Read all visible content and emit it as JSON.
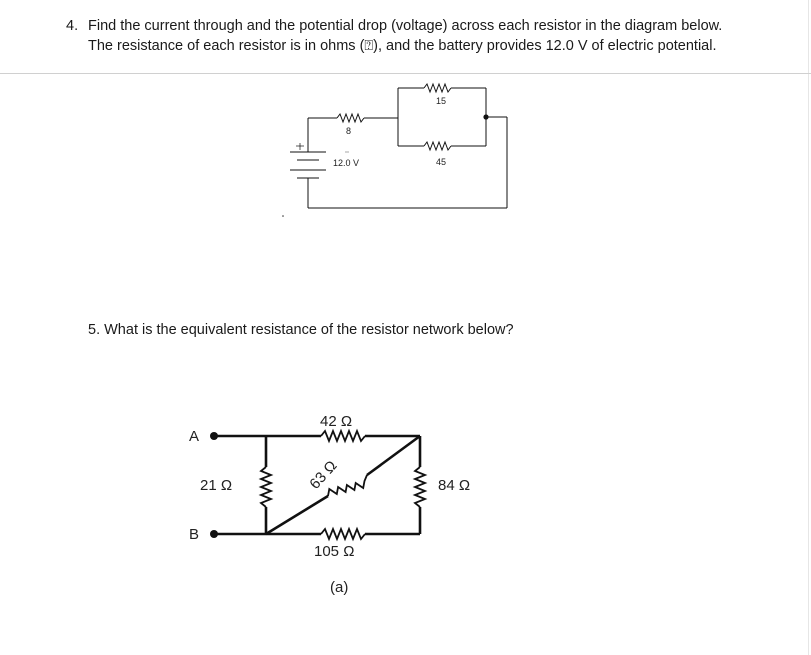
{
  "question4": {
    "number": "4.",
    "text": "Find the current through and the potential drop (voltage) across each resistor in the diagram below.  The resistance of each resistor is in ohms (⍰), and the battery provides 12.0 V of electric potential."
  },
  "circuit1": {
    "r_top": "15",
    "r_left": "8",
    "r_bottom": "45",
    "battery": "12.0 V"
  },
  "question5": {
    "number": "5.",
    "text": "What is the equivalent resistance of the resistor network below?"
  },
  "circuit2": {
    "node_a": "A",
    "node_b": "B",
    "r_top": "42 Ω",
    "r_left": "21 Ω",
    "r_diag": "63 Ω",
    "r_right": "84 Ω",
    "r_bottom": "105 Ω",
    "caption": "(a)"
  }
}
